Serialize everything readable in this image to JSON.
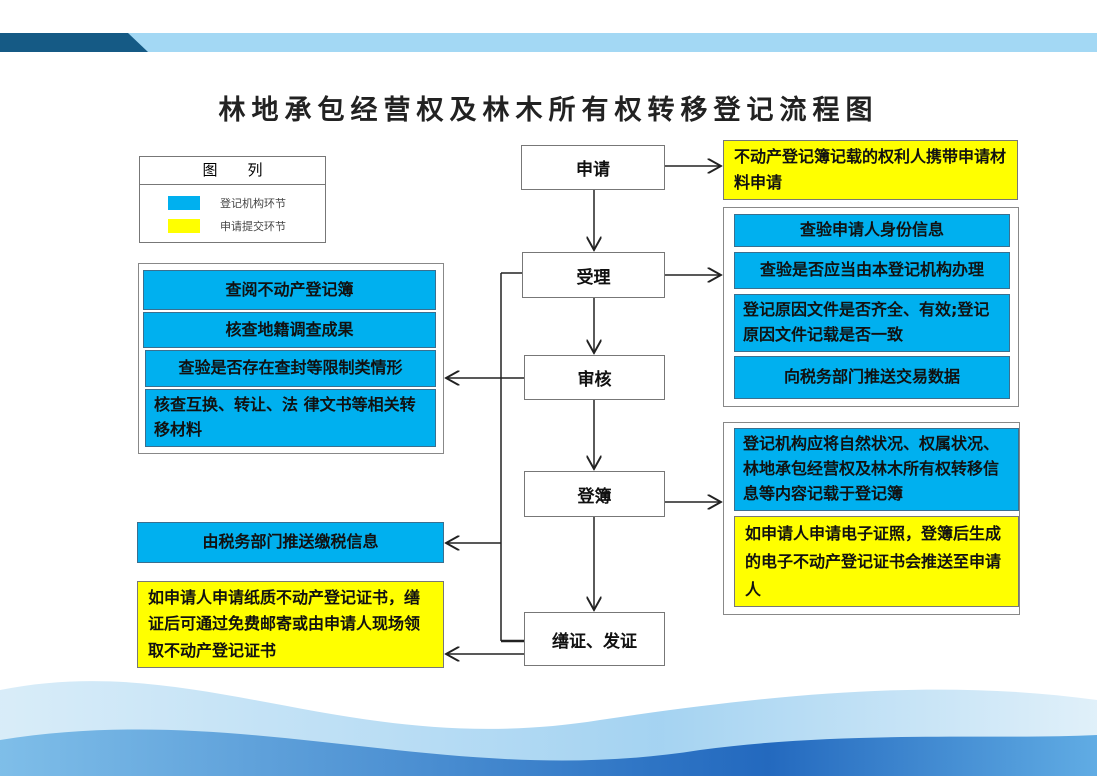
{
  "title": "林地承包经营权及林木所有权转移登记流程图",
  "legend": {
    "header": "图　　列",
    "items": [
      {
        "label": "登记机构环节",
        "color": "#00b0ef"
      },
      {
        "label": "申请提交环节",
        "color": "#ffff00"
      }
    ]
  },
  "steps": [
    "申请",
    "受理",
    "审核",
    "登簿",
    "缮证、发证"
  ],
  "apply_note": "不动产登记簿记载的权利人携带申请材料申请",
  "accept_checks": [
    "查验申请人身份信息",
    "查验是否应当由本登记机构办理",
    "登记原因文件是否齐全、有效;登记原因文件记载是否一致",
    "向税务部门推送交易数据"
  ],
  "review_checks": [
    "查阅不动产登记簿",
    "核查地籍调查成果",
    "查验是否存在查封等限制类情形",
    "核查互换、转让、法 律文书等相关转移材料"
  ],
  "register_notes": [
    "登记机构应将自然状况、权属状况、林地承包经营权及林木所有权转移信息等内容记载于登记簿",
    "如申请人申请电子证照，登簿后生成的电子不动产登记证书会推送至申请人"
  ],
  "tax_note": "由税务部门推送缴税信息",
  "issue_note": "如申请人申请纸质不动产登记证书，缮证后可通过免费邮寄或由申请人现场领取不动产登记证书",
  "colors": {
    "blue": "#00b0ef",
    "yellow": "#ffff00",
    "banner_dark": "#155a85",
    "banner_light": "#a3d8f4"
  }
}
